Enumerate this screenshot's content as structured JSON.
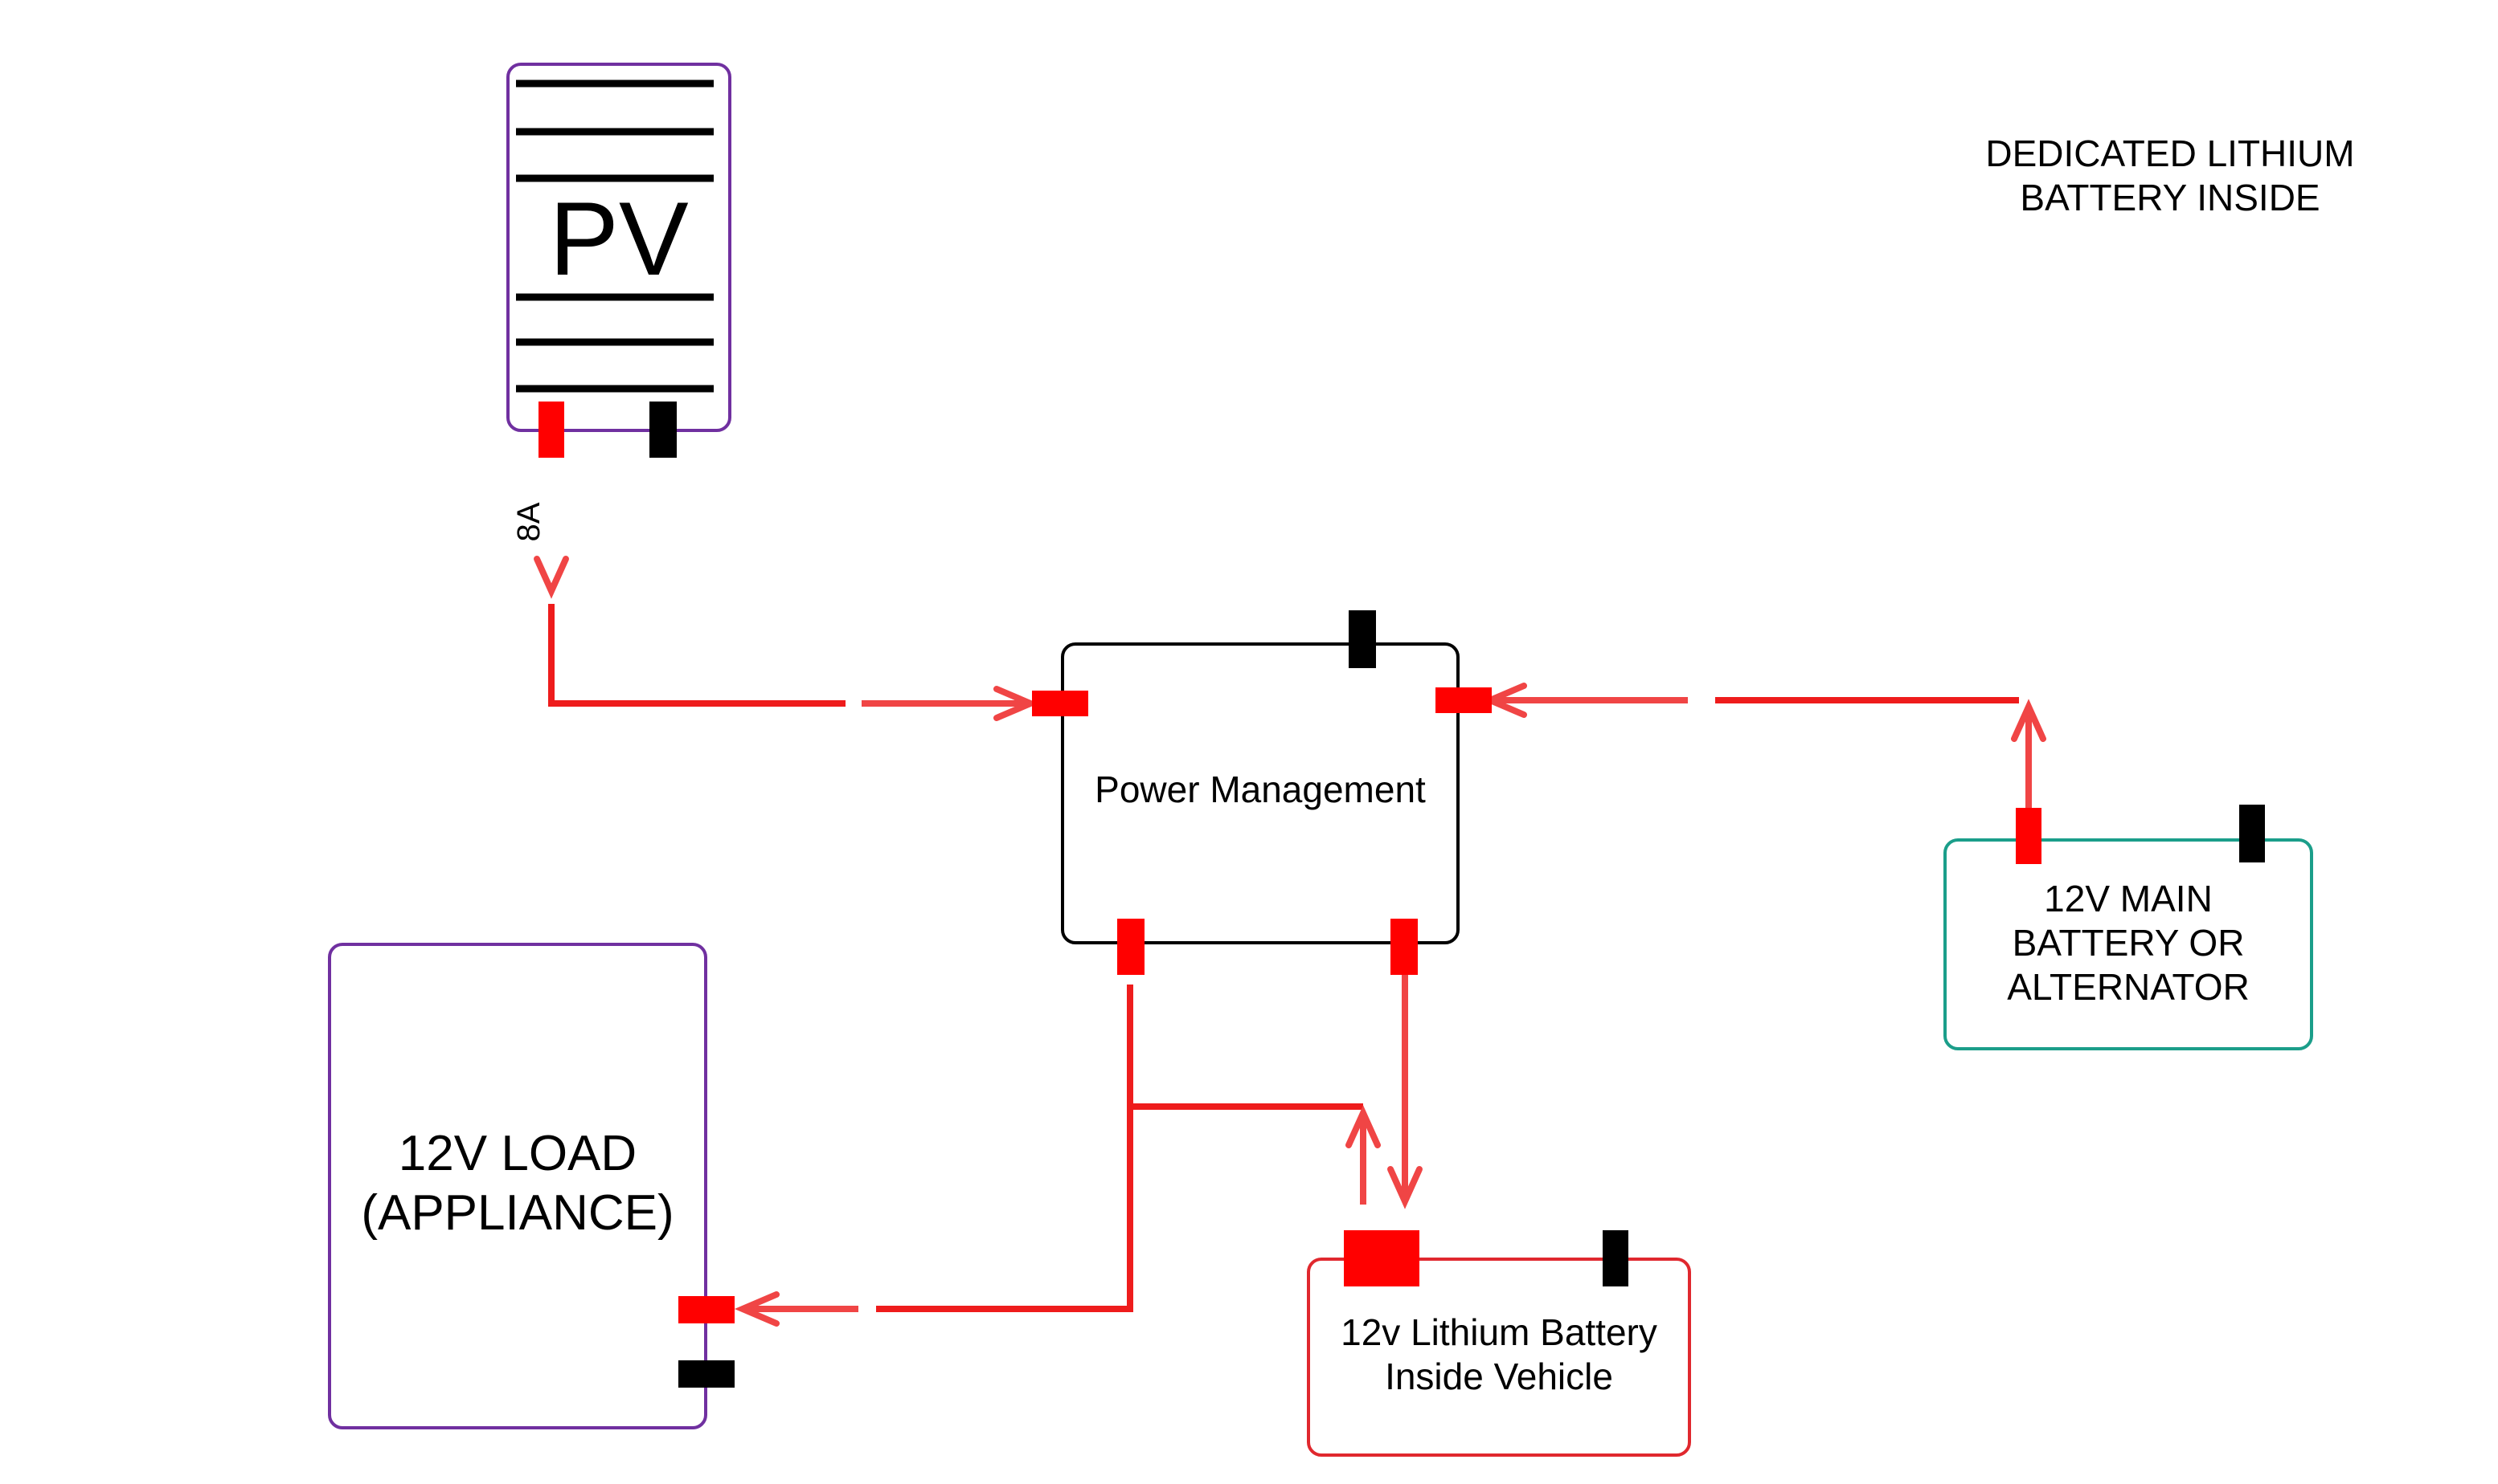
{
  "title": "DEDICATED LITHIUM\nBATTERY INSIDE",
  "components": {
    "pv": {
      "label": "PV"
    },
    "power_management": {
      "label": "Power Management"
    },
    "main_battery": {
      "label": "12V MAIN\nBATTERY OR\nALTERNATOR"
    },
    "load": {
      "label": "12V LOAD\n(APPLIANCE)"
    },
    "lithium_battery": {
      "label": "12v Lithium Battery\nInside Vehicle"
    }
  },
  "pv_current": "8A",
  "colors": {
    "wire": "#ee1c1c",
    "terminal_positive": "#ff0000",
    "terminal_negative": "#000000",
    "pv_border": "#7030a0",
    "main_battery_border": "#1b9e8a",
    "lithium_border": "#e0282e"
  }
}
